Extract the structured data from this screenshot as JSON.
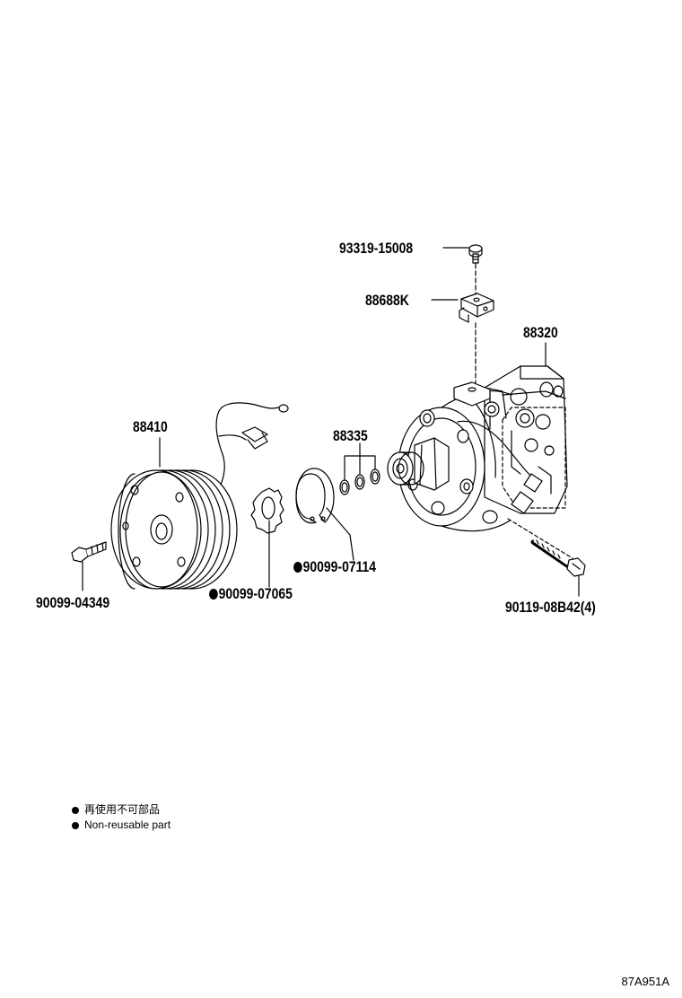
{
  "parts": {
    "bolt_top": "93319-15008",
    "bracket": "88688K",
    "compressor": "88320",
    "clutch": "88410",
    "shims": "88335",
    "snap_ring": "90099-07114",
    "washer": "90099-07065",
    "clutch_bolt": "90099-04349",
    "mount_bolt": "90119-08B42(4)"
  },
  "legend": {
    "line_jp": "再使用不可部品",
    "line_en": "Non-reusable part"
  },
  "figure_code": "87A951A"
}
